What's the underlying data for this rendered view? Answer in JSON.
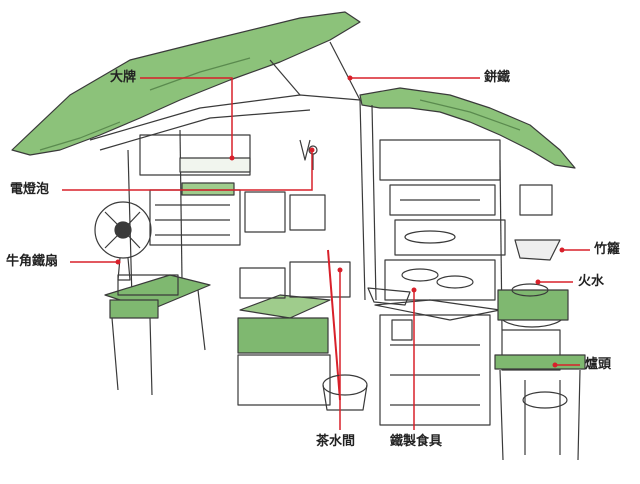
{
  "colors": {
    "canopy": "#8cc27a",
    "canopy_dark": "#6aa65a",
    "table_green": "#7fb870",
    "ink": "#3a3a3a",
    "leader": "#d8202a",
    "label_text": "#222222"
  },
  "labels": {
    "dapai": "大牌",
    "pingtie": "鉼鐵",
    "diandengpao": "電燈泡",
    "niujiao_tieshan": "牛角鐵扇",
    "zhulou": "竹籮",
    "huoshui": "火水",
    "lutou": "爐頭",
    "chashuijian": "茶水間",
    "tiezhi_shiju": "鐵製食具"
  }
}
